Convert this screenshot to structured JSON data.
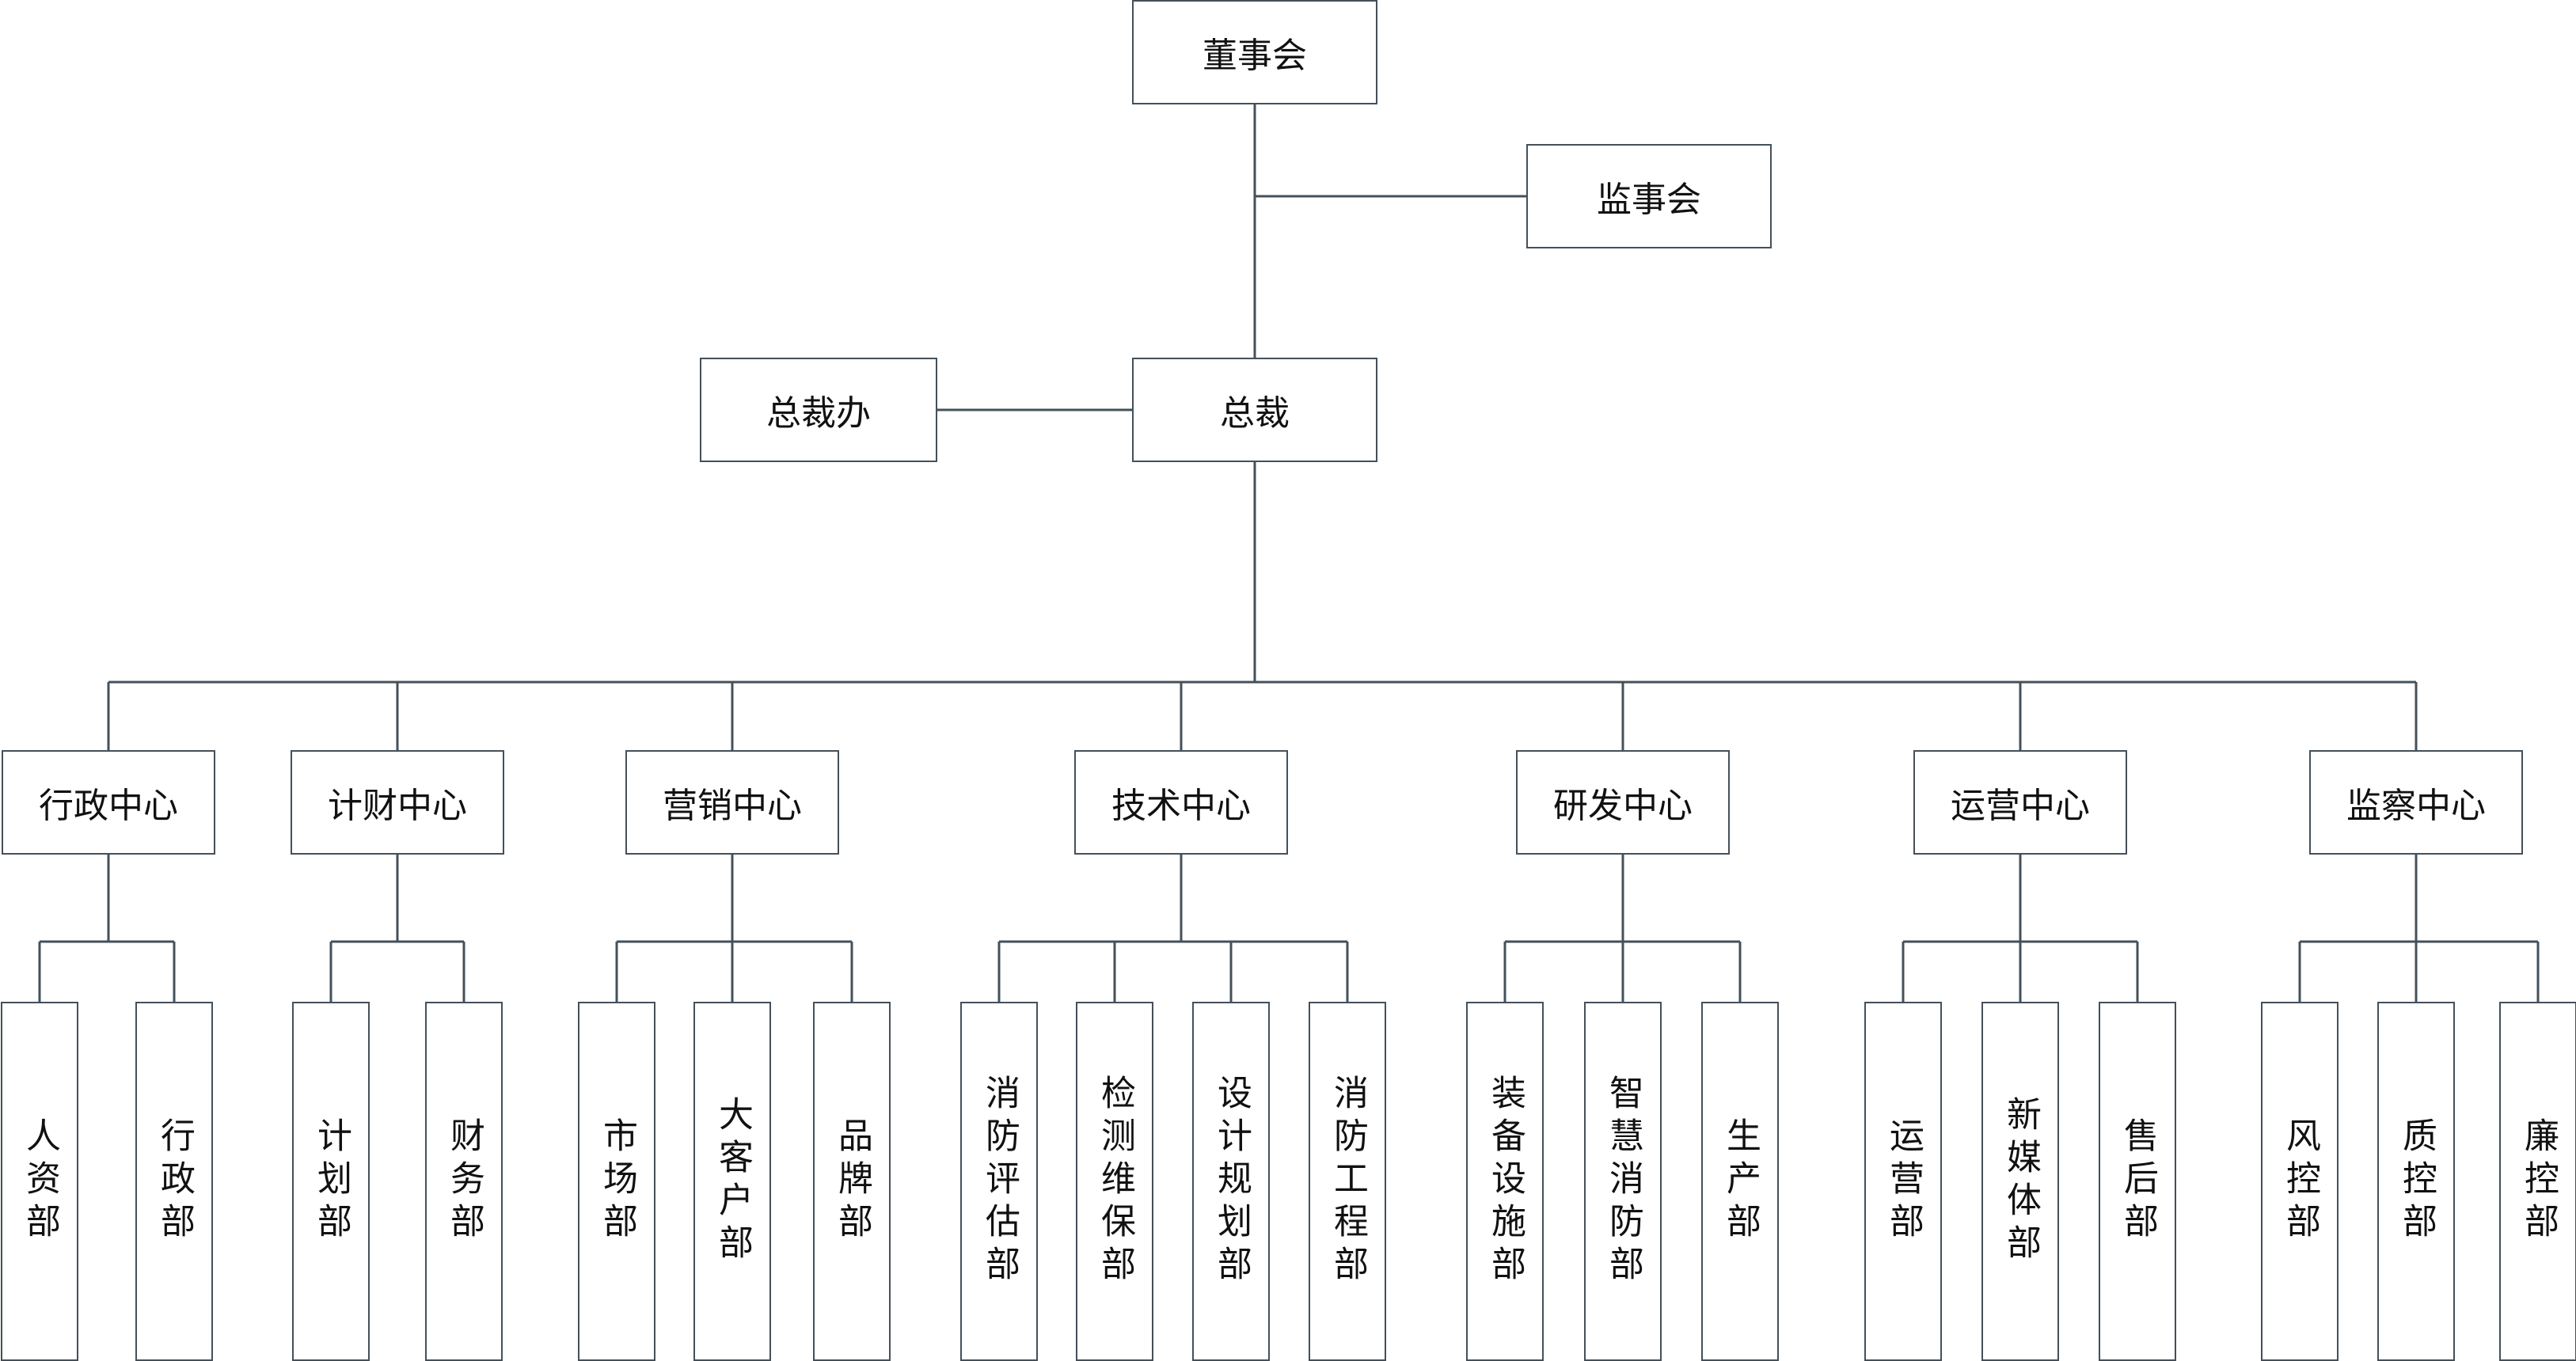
{
  "board": "董事会",
  "supervisory_board": "监事会",
  "president": "总裁",
  "president_office": "总裁办",
  "centers": [
    {
      "name": "行政中心",
      "departments": [
        "人资部",
        "行政部"
      ]
    },
    {
      "name": "计财中心",
      "departments": [
        "计划部",
        "财务部"
      ]
    },
    {
      "name": "营销中心",
      "departments": [
        "市场部",
        "大客户部",
        "品牌部"
      ]
    },
    {
      "name": "技术中心",
      "departments": [
        "消防评估部",
        "检测维保部",
        "设计规划部",
        "消防工程部"
      ]
    },
    {
      "name": "研发中心",
      "departments": [
        "装备设施部",
        "智慧消防部",
        "生产部"
      ]
    },
    {
      "name": "运营中心",
      "departments": [
        "运营部",
        "新媒体部",
        "售后部"
      ]
    },
    {
      "name": "监察中心",
      "departments": [
        "风控部",
        "质控部",
        "廉控部"
      ]
    }
  ],
  "line_color": "#44505a"
}
